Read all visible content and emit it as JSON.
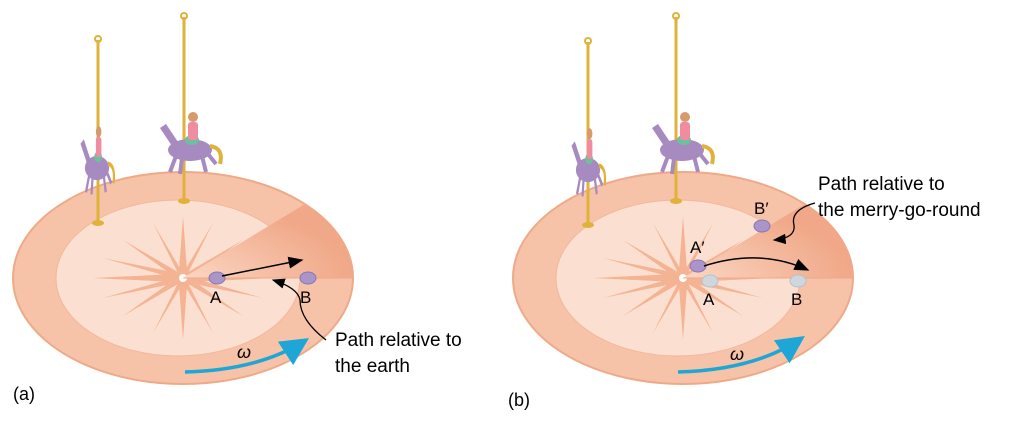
{
  "panel_a": {
    "label": "(a)",
    "point_a": "A",
    "point_b": "B",
    "omega": "ω",
    "caption_line1": "Path relative to",
    "caption_line2": "the earth"
  },
  "panel_b": {
    "label": "(b)",
    "point_a": "A",
    "point_b": "B",
    "point_a_prime": "A′",
    "point_b_prime": "B′",
    "omega": "ω",
    "caption_line1": "Path relative to",
    "caption_line2": "the merry-go-round"
  },
  "colors": {
    "platform_outer": "#f6c2a8",
    "platform_inner": "#fbe0d2",
    "star": "#f4b493",
    "pole": "#e0b23a",
    "horse": "#a68ac0",
    "rider": "#f08ca0",
    "omega_arrow": "#1ea6d6",
    "point": "#a995c9",
    "ghost_point": "#cfd6de"
  }
}
